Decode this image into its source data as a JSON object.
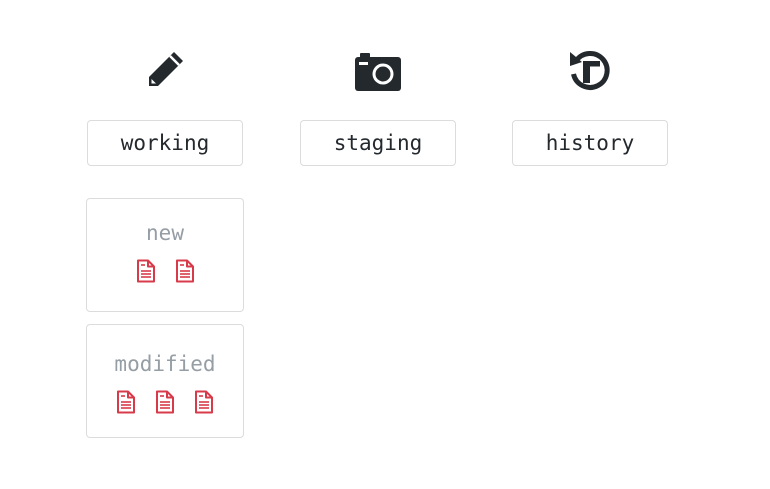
{
  "areas": [
    {
      "label": "working",
      "icon": "pencil-icon"
    },
    {
      "label": "staging",
      "icon": "camera-icon"
    },
    {
      "label": "history",
      "icon": "history-icon"
    }
  ],
  "working_groups": [
    {
      "label": "new",
      "file_count": 2,
      "file_icon": "file-text-icon"
    },
    {
      "label": "modified",
      "file_count": 3,
      "file_icon": "file-text-icon"
    }
  ],
  "colors": {
    "icon": "#24292e",
    "file": "#d73a49",
    "box_border": "#dcdcdc",
    "group_label": "#959da5"
  }
}
